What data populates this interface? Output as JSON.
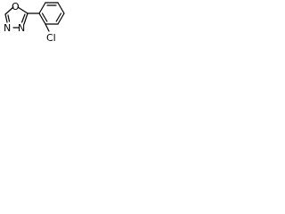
{
  "molecule": {
    "atoms": {
      "oxygen": "O",
      "nitrogen_1": "N",
      "nitrogen_2": "N",
      "chlorine": "Cl"
    }
  }
}
